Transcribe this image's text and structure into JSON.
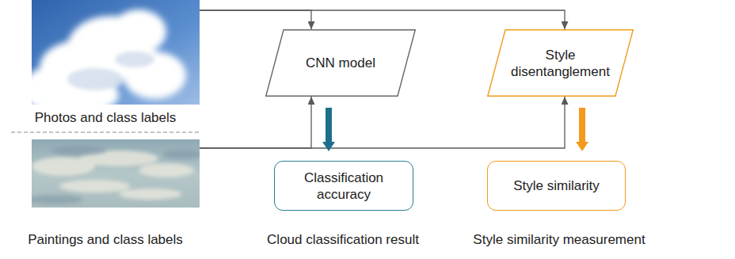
{
  "diagram": {
    "nodes": [
      {
        "text": [
          "Photos and class labels"
        ]
      },
      {
        "text": [
          "Paintings and class labels"
        ]
      },
      {
        "text": [
          "CNN model"
        ]
      },
      {
        "text": [
          "Style disentanglement"
        ]
      },
      {
        "text": [
          "Classification accuracy"
        ]
      },
      {
        "text": [
          "Style similarity"
        ]
      }
    ],
    "edges": [
      {
        "from": 0,
        "to": 2,
        "arrow": "to"
      },
      {
        "from": 0,
        "to": 3,
        "arrow": "to"
      },
      {
        "from": 1,
        "to": 2,
        "arrow": "to"
      },
      {
        "from": 1,
        "to": 3,
        "arrow": "to"
      },
      {
        "from": 2,
        "to": 4,
        "arrow": "to"
      },
      {
        "from": 3,
        "to": 5,
        "arrow": "to"
      }
    ],
    "labels": [
      "Cloud classification result",
      "Style similarity measurement"
    ]
  }
}
